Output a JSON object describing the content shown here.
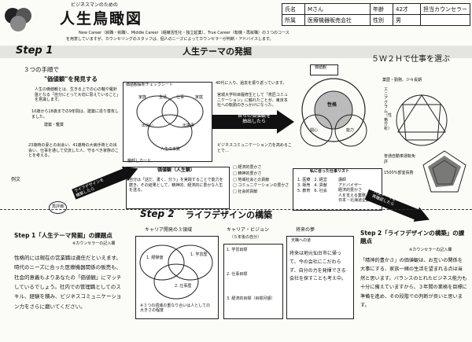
{
  "brand": {
    "subtitle": "ビジネスマンのための",
    "title": "人生鳥瞰図"
  },
  "header": {
    "name_label": "氏名",
    "name_value": "Mさん",
    "age_label": "年齢",
    "age_value": "42才",
    "counselor_label": "担当カウンセラー",
    "org_label": "所属",
    "org_value": "医療機器販売会社",
    "gender_label": "性別",
    "gender_value": "男"
  },
  "intro": {
    "line1": "New Career（就職・就職）、Middle Career（組織活性化・独立起業）、True Career（転機・再就職）の３つのコース",
    "line2": "を用意していますが、カウンセリングのスタッフは、個人のニーズによってカウンセラーが判断・アドバイスします。"
  },
  "step1": {
    "label": "Step 1",
    "title": "人生テーマの発掘",
    "left_heading": "３つの手順で",
    "left_heading2": "\"価値観\"を発見する",
    "left_star": "人生の価値観とは、生きる上での心の軸や羅針盤となる「自分にとって大切に思えていること」を意識します。",
    "left_box1": "10歳から18歳までの9年間は、建築に造り専攻しました。",
    "left_box1_sub": "建築・鑑賞",
    "left_box2": "23歳時の妻との出会い、41歳時の大病手術との出会い、仕事を通して交流した人、守るべき家族のことを考える。",
    "left_tag": "例文",
    "venn_title": "価値観解釈チェックシート",
    "venn_labels": [
      "家族",
      "生活",
      "仕事",
      "家庭"
    ],
    "venn_center": "人生の本質",
    "venn_sub": [
      "出会い",
      "出来事"
    ],
    "mid_note": "40代に入り、過去を振り返っています。",
    "mid_note2": "宮城大学科目履修生として「意匠コミュニケーション」に触れたことが、東京本社への転勤のきっかけになった。",
    "arrow_text": "自らの価値観を\n抽出したら",
    "memo": "ビジネスコミュニケーション力を高めることで…",
    "card_title": "価値観（人生観）",
    "card_text": "自分は「話だ、書く、分う」を実践することで能力を磨き、その結果として、精神的、経済的に豊かな人生を送る。",
    "card_hint": "棚卸しカード",
    "checklist": [
      "経済的豊かさ",
      "精神的豊かさ",
      "地域社会との貢献",
      "コミュニケーションの豊かさ",
      "社会的貢献"
    ],
    "center_top": "価値観",
    "center_circle": "性格",
    "center_left": "関心",
    "center_right": "能力",
    "center_bottom": "",
    "right_title": "５Ｗ２Ｈで仕事を選ぶ",
    "right_sub": "業歴・勤務、少々長期",
    "chart_caption": "エニアグラム（性格分析）",
    "right_notes": [
      "普通自動車運転免許",
      "1500%部室長務"
    ],
    "job_list_title": "私に合った仕事リスト",
    "job_list": [
      [
        "1",
        "医療"
      ],
      [
        "2",
        "経営"
      ],
      [
        "3",
        "販売"
      ],
      [
        "4",
        "貢献"
      ],
      [
        "5",
        "教育"
      ],
      [
        "6",
        "社会"
      ]
    ],
    "job_list_right": [
      "講師",
      "アドバイザー",
      "経済的豊かさ",
      "人を支える業務",
      "日本・北海道企業"
    ]
  },
  "step2": {
    "label": "Step 2",
    "title": "ライフデザインの構築",
    "left_header": "Step 1「人生テーマ発掘」の課題点",
    "left_subheader": "※カウンセラーの記入欄",
    "left_body": "性格的には現在の営業職は適任だといえます。時代のニーズに合った医療機器関係の販売も、社会的意義もよりあなたの「価値観」にマッチしているでしょう。社内での管理職としてのスキル、経験を積み、ビジネスコミュニケーション力をさらに磨いてください。",
    "three_title": "キャリア開発の３領域",
    "three_labels": [
      "1. 経験値",
      "1. 学習歴",
      "2. 仕事歴"
    ],
    "three_note": "※３つの領域の重なり合いは人としての大きさの程度",
    "vision_title": "キャリア・ビジョン",
    "vision_sub": "（５年後の自分）",
    "vision_items": [
      "1. 学習目標",
      "2. 仕事目標",
      "3. 経済的目標（目標月額）"
    ],
    "dream_title": "将来の夢",
    "dream_sub": "天職への道",
    "dream_body": "将来は地元仙台市に帰って、今の会社にこだわらず、自分の力を発揮できる会社を探すことも考え中。",
    "right_header": "Step 2「ライフデザインの構築」の課題点",
    "right_subheader": "※カウンセラーの記入欄",
    "right_body": "「精神的豊かさ」の価値観は、お互いの関係を大事にする、家族一緒の生活を望まれる点は当然と思います。バランスのとれたビジネス能力も十分に備えていますから、３年間の業務を目標に準備を進め、その段階での判断が良いと思います。"
  },
  "arrows": [
    "ライフデザインを\n構築したら",
    "再評価",
    "人生テーマを\n再確認したら"
  ]
}
